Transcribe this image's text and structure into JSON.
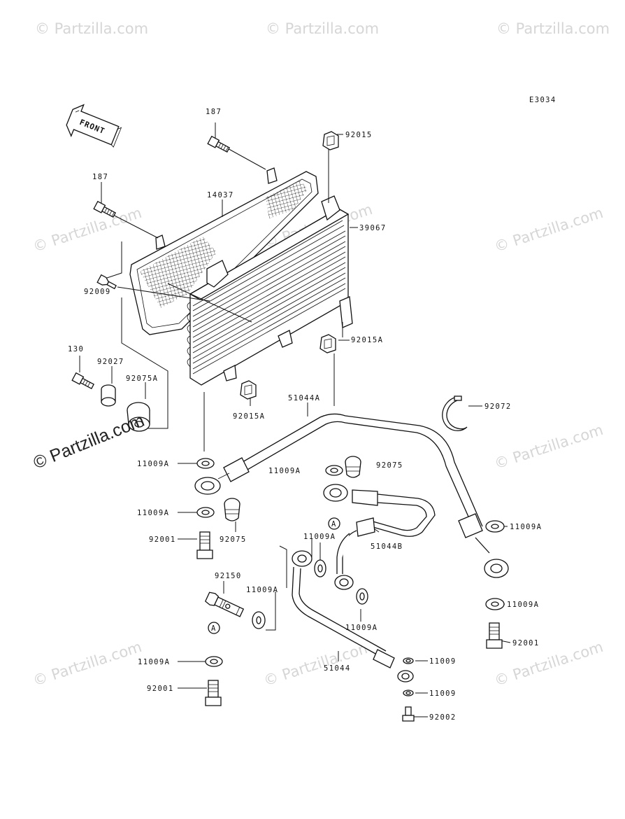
{
  "diagram_code": "E3034",
  "front_arrow_label": "FRONT",
  "watermark_main": "© Partzilla.com",
  "watermark_faint": "© Partzilla.com",
  "circle_marker": "A",
  "parts": {
    "p187_top": "187",
    "p92015": "92015",
    "p187_left": "187",
    "p14037": "14037",
    "p39067": "39067",
    "p92009": "92009",
    "p92015A_right": "92015A",
    "p130": "130",
    "p92027": "92027",
    "p92075A": "92075A",
    "p51044A": "51044A",
    "p92015A_bottom": "92015A",
    "p92072": "92072",
    "p11009A_1": "11009A",
    "p11009A_2": "11009A",
    "p92075_1": "92075",
    "p11009A_3": "11009A",
    "p92075_2": "92075",
    "p92001_1": "92001",
    "p11009A_4": "11009A",
    "p51044B": "51044B",
    "p11009A_5": "11009A",
    "p92150": "92150",
    "p11009A_6": "11009A",
    "p11009A_7": "11009A",
    "p11009A_8": "11009A",
    "p92001_2": "92001",
    "p11009A_9": "11009A",
    "p51044": "51044",
    "p11009_1": "11009",
    "p92001_3": "92001",
    "p11009_2": "11009",
    "p92002": "92002"
  }
}
